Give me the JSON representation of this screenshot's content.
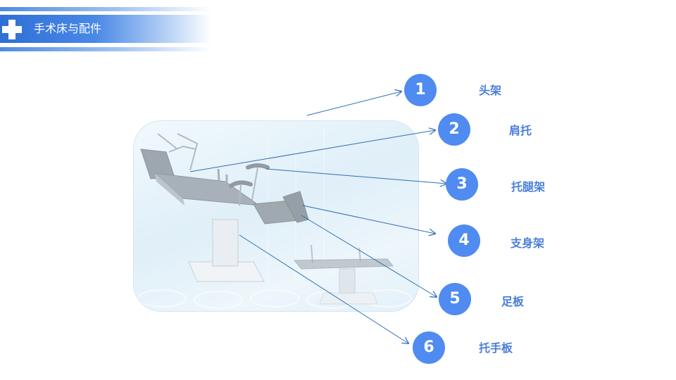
{
  "header": {
    "title": "手术床与配件",
    "icon": "medical-cross-icon"
  },
  "colors": {
    "accent": "#4f8bf0",
    "label": "#4a7fd8",
    "banner": "#2f6fd6",
    "line": "#2f6fb5"
  },
  "callouts": [
    {
      "number": "1",
      "label": "头架"
    },
    {
      "number": "2",
      "label": "肩托"
    },
    {
      "number": "3",
      "label": "托腿架"
    },
    {
      "number": "4",
      "label": "支身架"
    },
    {
      "number": "5",
      "label": "足板"
    },
    {
      "number": "6",
      "label": "托手板"
    }
  ]
}
